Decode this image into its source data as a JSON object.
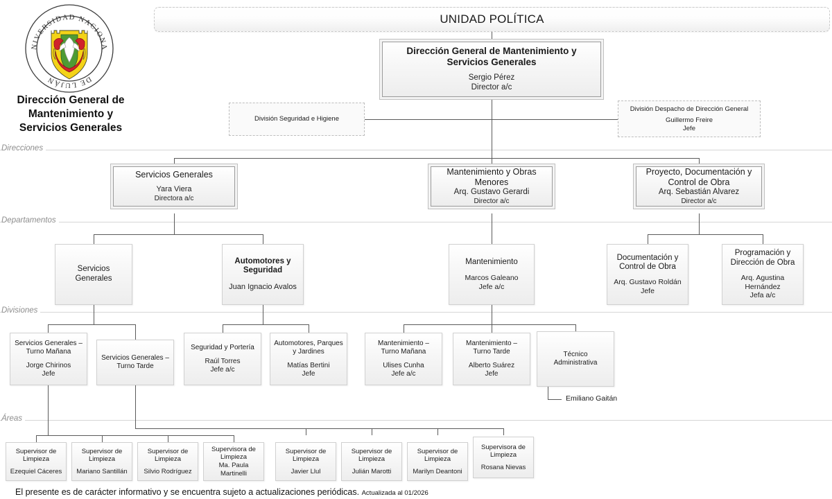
{
  "banner": {
    "title": "UNIDAD POLÍTICA"
  },
  "brand": {
    "logo_name": "universidad-nacional-de-lujan-seal",
    "seal_outer_text": "UNIVERSIDAD NACIONAL DE LUJÁN",
    "title": "Dirección General de Mantenimiento y Servicios Generales"
  },
  "bands": [
    {
      "label": "Direcciones"
    },
    {
      "label": "Departamentos"
    },
    {
      "label": "Divisiones"
    },
    {
      "label": "Áreas"
    }
  ],
  "root": {
    "title": "Dirección General de Mantenimiento y Servicios Generales",
    "person": "Sergio Pérez",
    "role": "Director a/c"
  },
  "staff": [
    {
      "title": "División Seguridad e Higiene",
      "person": "",
      "role": ""
    },
    {
      "title": "División Despacho de Dirección General",
      "person": "Guillermo Freire",
      "role": "Jefe"
    }
  ],
  "direcciones": [
    {
      "title": "Servicios Generales",
      "person": "Yara Viera",
      "role": "Directora a/c"
    },
    {
      "title": "Mantenimiento y Obras Menores",
      "person": "Arq. Gustavo Gerardi",
      "role": "Director a/c"
    },
    {
      "title": "Proyecto, Documentación y Control de Obra",
      "person": "Arq. Sebastián Alvarez",
      "role": "Director a/c"
    }
  ],
  "departamentos": [
    {
      "title": "Servicios Generales",
      "person": "",
      "role": ""
    },
    {
      "title": "Automotores y Seguridad",
      "person": "Juan Ignacio Avalos",
      "role": ""
    },
    {
      "title": "Mantenimiento",
      "person": "Marcos Galeano",
      "role": "Jefe a/c"
    },
    {
      "title": "Documentación y Control de Obra",
      "person": "Arq. Gustavo Roldán",
      "role": "Jefe"
    },
    {
      "title": "Programación y Dirección de Obra",
      "person": "Arq. Agustina Hernández",
      "role": "Jefa a/c"
    }
  ],
  "divisiones": [
    {
      "title": "Servicios Generales – Turno Mañana",
      "person": "Jorge Chirinos",
      "role": "Jefe"
    },
    {
      "title": "Servicios Generales – Turno Tarde",
      "person": "",
      "role": ""
    },
    {
      "title": "Seguridad y Portería",
      "person": "Raúl Torres",
      "role": "Jefe a/c"
    },
    {
      "title": "Automotores, Parques y Jardines",
      "person": "Matías Bertini",
      "role": "Jefe"
    },
    {
      "title": "Mantenimiento – Turno Mañana",
      "person": "Ulises Cunha",
      "role": "Jefe a/c"
    },
    {
      "title": "Mantenimiento – Turno Tarde",
      "person": "Alberto Suárez",
      "role": "Jefe"
    },
    {
      "title": "Técnico Administrativa",
      "person": "",
      "role": ""
    }
  ],
  "tecnico_admin_person": "Emiliano Gaitán",
  "areas": [
    {
      "title": "Supervisor de Limpieza",
      "person": "Ezequiel Cáceres"
    },
    {
      "title": "Supervisor de Limpieza",
      "person": "Mariano Santillán"
    },
    {
      "title": "Supervisor de Limpieza",
      "person": "Silvio Rodríguez"
    },
    {
      "title": "Supervisora de Limpieza",
      "person": "Ma. Paula Martinelli"
    },
    {
      "title": "Supervisor de Limpieza",
      "person": "Javier Llul"
    },
    {
      "title": "Supervisor de Limpieza",
      "person": "Julián Marotti"
    },
    {
      "title": "Supervisor de Limpieza",
      "person": "Marilyn Deantoni"
    },
    {
      "title": "Supervisora de Limpieza",
      "person": "Rosana Nievas"
    }
  ],
  "footer": {
    "text": "El presente es de carácter informativo y se encuentra sujeto a actualizaciones periódicas.",
    "updated": "Actualizada al 01/2026"
  },
  "colors": {
    "line": "#5a5a5a",
    "band_rule": "#d6d6d6",
    "band_label": "#8d8d8d",
    "box_border": "#b9b9b9",
    "seal_red": "#d0232b",
    "seal_yellow": "#f4d317",
    "seal_green": "#4e9b34"
  }
}
